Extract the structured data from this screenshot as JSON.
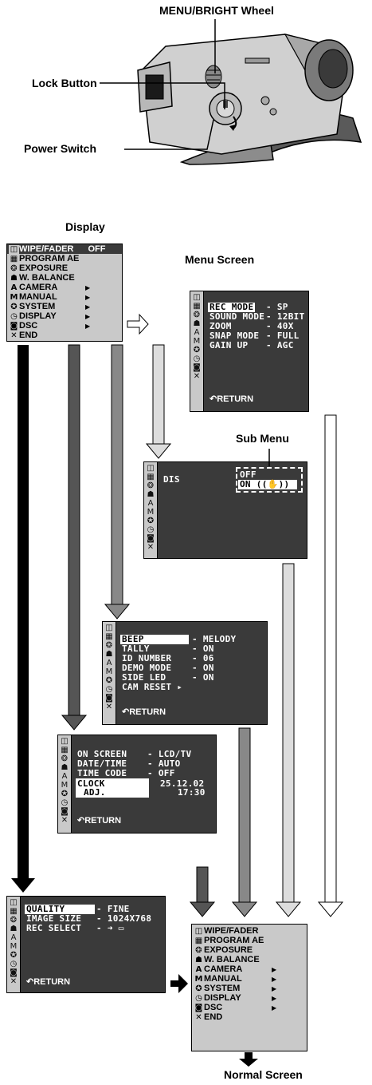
{
  "labels": {
    "menu_bright_wheel": "MENU/BRIGHT Wheel",
    "lock_button": "Lock Button",
    "power_switch": "Power Switch",
    "display": "Display",
    "menu_screen": "Menu Screen",
    "sub_menu": "Sub Menu",
    "normal_screen": "Normal Screen"
  },
  "main_menu": {
    "items": [
      {
        "icon": "wipe-fader-icon",
        "glyph": "◫",
        "label": "WIPE/FADER",
        "value": "OFF"
      },
      {
        "icon": "program-ae-icon",
        "glyph": "▦",
        "label": "PROGRAM AE",
        "value": ""
      },
      {
        "icon": "exposure-icon",
        "glyph": "❂",
        "label": "EXPOSURE",
        "value": ""
      },
      {
        "icon": "white-balance-icon",
        "glyph": "☗",
        "label": "W. BALANCE",
        "value": ""
      },
      {
        "icon": "camera-icon",
        "glyph": "A",
        "label": "CAMERA",
        "value": ""
      },
      {
        "icon": "manual-icon",
        "glyph": "M",
        "label": "MANUAL",
        "value": ""
      },
      {
        "icon": "system-icon",
        "glyph": "✪",
        "label": "SYSTEM",
        "value": ""
      },
      {
        "icon": "display-icon",
        "glyph": "◷",
        "label": "DISPLAY",
        "value": ""
      },
      {
        "icon": "dsc-icon",
        "glyph": "◙",
        "label": "DSC",
        "value": ""
      },
      {
        "icon": "end-icon",
        "glyph": "✕",
        "label": "END",
        "value": ""
      }
    ]
  },
  "camera_menu": {
    "rows": [
      {
        "label": "REC MODE",
        "sep": "-",
        "value": "SP"
      },
      {
        "label": "SOUND MODE",
        "sep": "-",
        "value": "12BIT"
      },
      {
        "label": "ZOOM",
        "sep": "-",
        "value": "40X"
      },
      {
        "label": "SNAP MODE",
        "sep": "-",
        "value": "FULL"
      },
      {
        "label": "GAIN UP",
        "sep": "-",
        "value": "AGC"
      }
    ],
    "return": "RETURN"
  },
  "manual_menu": {
    "label": "DIS",
    "options": [
      "OFF",
      "ON ((✋))"
    ]
  },
  "system_menu": {
    "rows": [
      {
        "label": "BEEP",
        "sep": "-",
        "value": "MELODY"
      },
      {
        "label": "TALLY",
        "sep": "-",
        "value": "ON"
      },
      {
        "label": "ID NUMBER",
        "sep": "-",
        "value": "06"
      },
      {
        "label": "DEMO MODE",
        "sep": "-",
        "value": "ON"
      },
      {
        "label": "SIDE LED",
        "sep": "-",
        "value": "ON"
      },
      {
        "label": "CAM RESET",
        "sep": "▸",
        "value": ""
      }
    ],
    "return": "RETURN"
  },
  "display_menu": {
    "rows": [
      {
        "label": "ON SCREEN",
        "sep": "-",
        "value": "LCD/TV"
      },
      {
        "label": "DATE/TIME",
        "sep": "-",
        "value": "AUTO"
      },
      {
        "label": "TIME CODE",
        "sep": "-",
        "value": "OFF"
      }
    ],
    "clock_label": "CLOCK",
    "adj_label": "ADJ.",
    "clock_date": "25.12.02",
    "clock_time": "17:30",
    "return": "RETURN"
  },
  "dsc_menu": {
    "rows": [
      {
        "label": "QUALITY",
        "sep": "-",
        "value": "FINE"
      },
      {
        "label": "IMAGE SIZE",
        "sep": "-",
        "value": "1024X768"
      },
      {
        "label": "REC SELECT",
        "sep": "-",
        "value": "➜ ▭"
      }
    ],
    "return": "RETURN"
  },
  "side_icons": [
    "◫",
    "▦",
    "❂",
    "☗",
    "A",
    "M",
    "✪",
    "◷",
    "◙",
    "✕"
  ]
}
